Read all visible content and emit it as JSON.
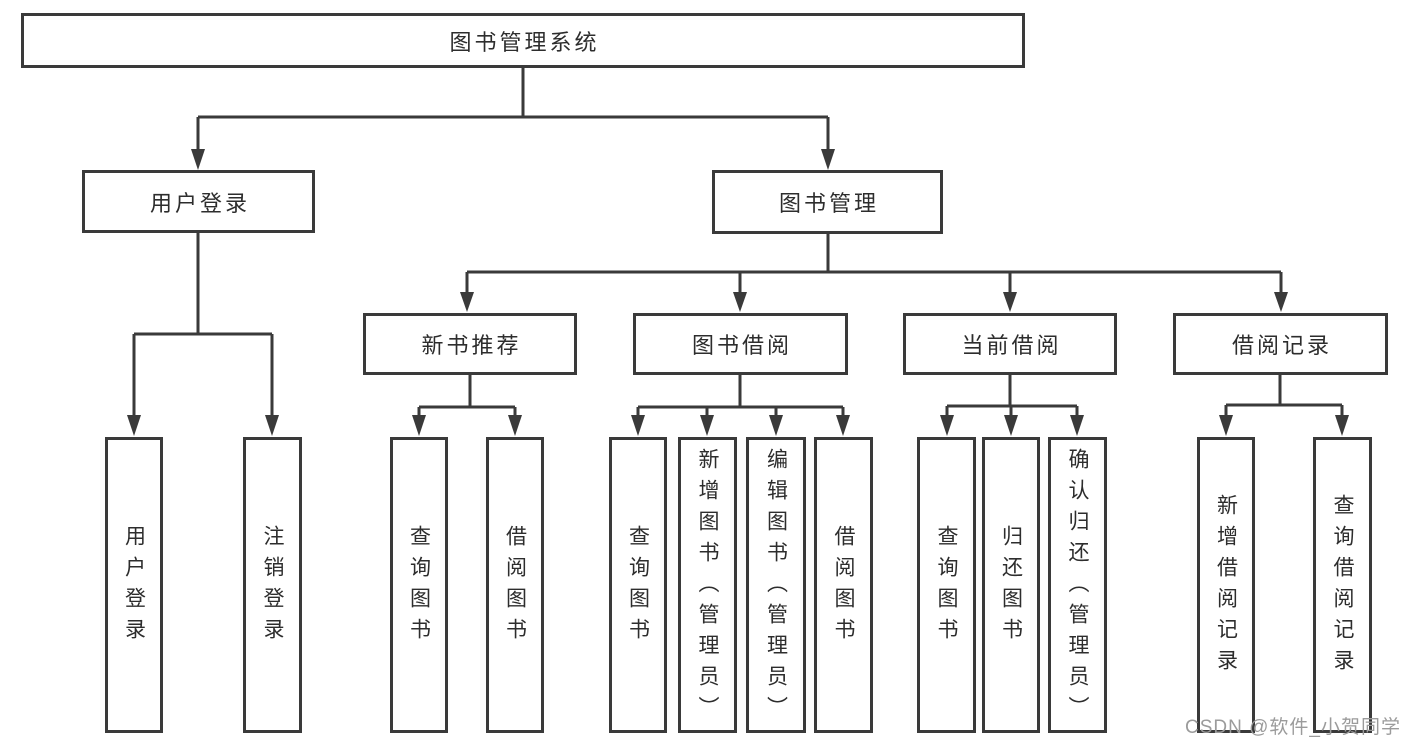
{
  "diagram": {
    "root": {
      "label": "图书管理系统"
    },
    "children": [
      {
        "label": "用户登录",
        "children": [
          {
            "label": "用户登录"
          },
          {
            "label": "注销登录"
          }
        ]
      },
      {
        "label": "图书管理",
        "children": [
          {
            "label": "新书推荐",
            "children": [
              {
                "label": "查询图书"
              },
              {
                "label": "借阅图书"
              }
            ]
          },
          {
            "label": "图书借阅",
            "children": [
              {
                "label": "查询图书"
              },
              {
                "label": "新增图书（管理员）"
              },
              {
                "label": "编辑图书（管理员）"
              },
              {
                "label": "借阅图书"
              }
            ]
          },
          {
            "label": "当前借阅",
            "children": [
              {
                "label": "查询图书"
              },
              {
                "label": "归还图书"
              },
              {
                "label": "确认归还（管理员）"
              }
            ]
          },
          {
            "label": "借阅记录",
            "children": [
              {
                "label": "新增借阅记录"
              },
              {
                "label": "查询借阅记录"
              }
            ]
          }
        ]
      }
    ]
  },
  "watermark": {
    "text": "CSDN @软件_小贺同学"
  },
  "colors": {
    "line": "#3a3a3a",
    "box_border": "#3a3a3a",
    "text": "#2d2d2d",
    "watermark": "#9b9b9b",
    "background": "#ffffff"
  }
}
